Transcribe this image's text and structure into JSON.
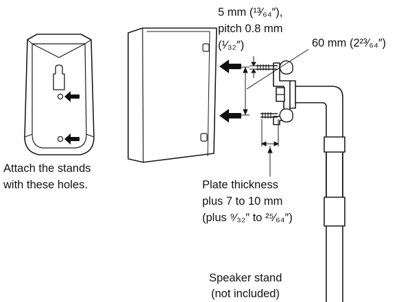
{
  "labels": {
    "holes_line1": "Attach the stands",
    "holes_line2": "with these holes.",
    "screw_line1": "5 mm (¹³⁄₆₄″),",
    "screw_line2": "pitch 0.8 mm",
    "screw_line3": "(¹⁄₃₂″)",
    "spacing": "60 mm (2²³⁄₆₄″)",
    "plate_line1": "Plate thickness",
    "plate_line2": "plus 7 to 10 mm",
    "plate_line3": "(plus ⁹⁄₃₂″ to ²⁵⁄₆₄″)",
    "stand_line1": "Speaker stand",
    "stand_line2": "(not included)"
  },
  "colors": {
    "line": "#1a1a1a",
    "fill": "#ffffff",
    "arrow": "#111111"
  }
}
